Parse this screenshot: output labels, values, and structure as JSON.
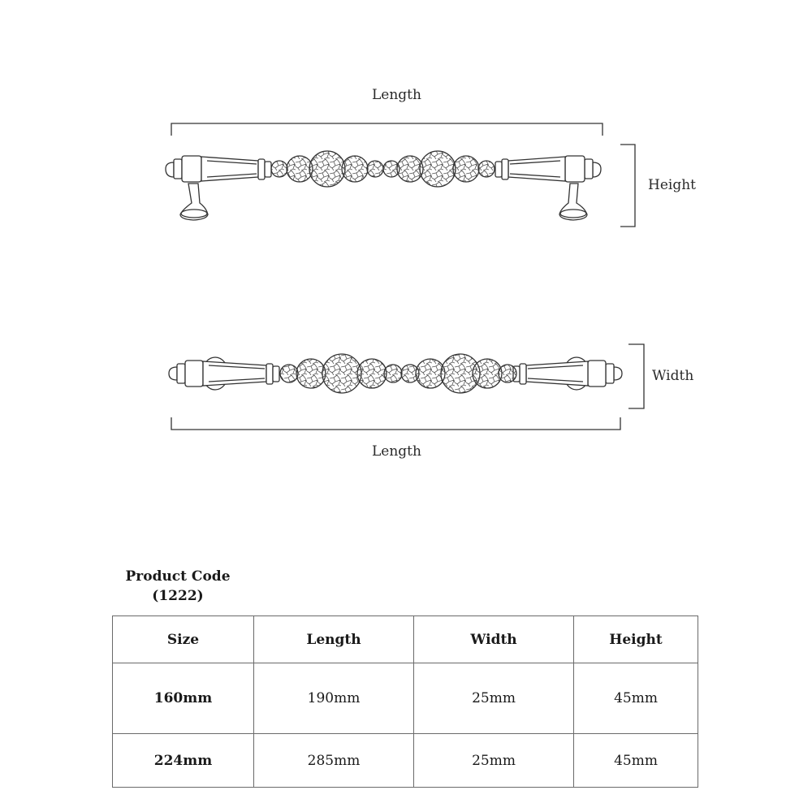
{
  "diagram": {
    "top_view": {
      "length_label": "Length",
      "height_label": "Height"
    },
    "side_view": {
      "width_label": "Width",
      "length_label": "Length"
    }
  },
  "product": {
    "code_title": "Product Code",
    "code_value": "(1222)"
  },
  "table": {
    "headers": [
      "Size",
      "Length",
      "Width",
      "Height"
    ],
    "rows": [
      [
        "160mm",
        "190mm",
        "25mm",
        "45mm"
      ],
      [
        "224mm",
        "285mm",
        "25mm",
        "45mm"
      ]
    ]
  }
}
